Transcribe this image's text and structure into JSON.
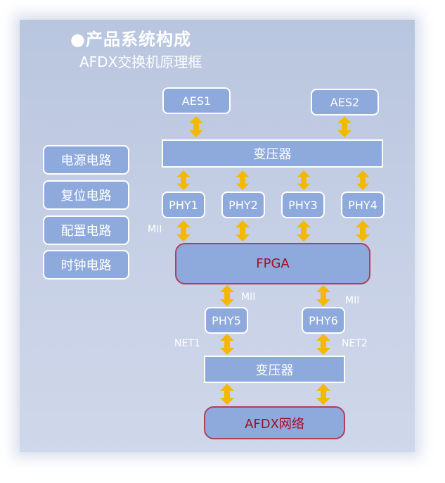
{
  "heading": {
    "title": "●产品系统构成",
    "subtitle": "AFDX交换机原理框"
  },
  "side_boxes": [
    "电源电路",
    "复位电路",
    "配置电路",
    "时钟电路"
  ],
  "nodes": {
    "aes1": "AES1",
    "aes2": "AES2",
    "transformer_top": "变压器",
    "phy1": "PHY1",
    "phy2": "PHY2",
    "phy3": "PHY3",
    "phy4": "PHY4",
    "fpga": "FPGA",
    "phy5": "PHY5",
    "phy6": "PHY6",
    "transformer_bottom": "变压器",
    "afdx_network": "AFDX网络"
  },
  "labels": {
    "mii_left": "MII",
    "mii_phy5": "MII",
    "mii_phy6": "MII",
    "net1": "NET1",
    "net2": "NET2"
  },
  "colors": {
    "box_fill": "#8ea9dc",
    "arrow": "#f5b800",
    "highlight_border": "#b0405a",
    "highlight_text": "#a01020"
  }
}
